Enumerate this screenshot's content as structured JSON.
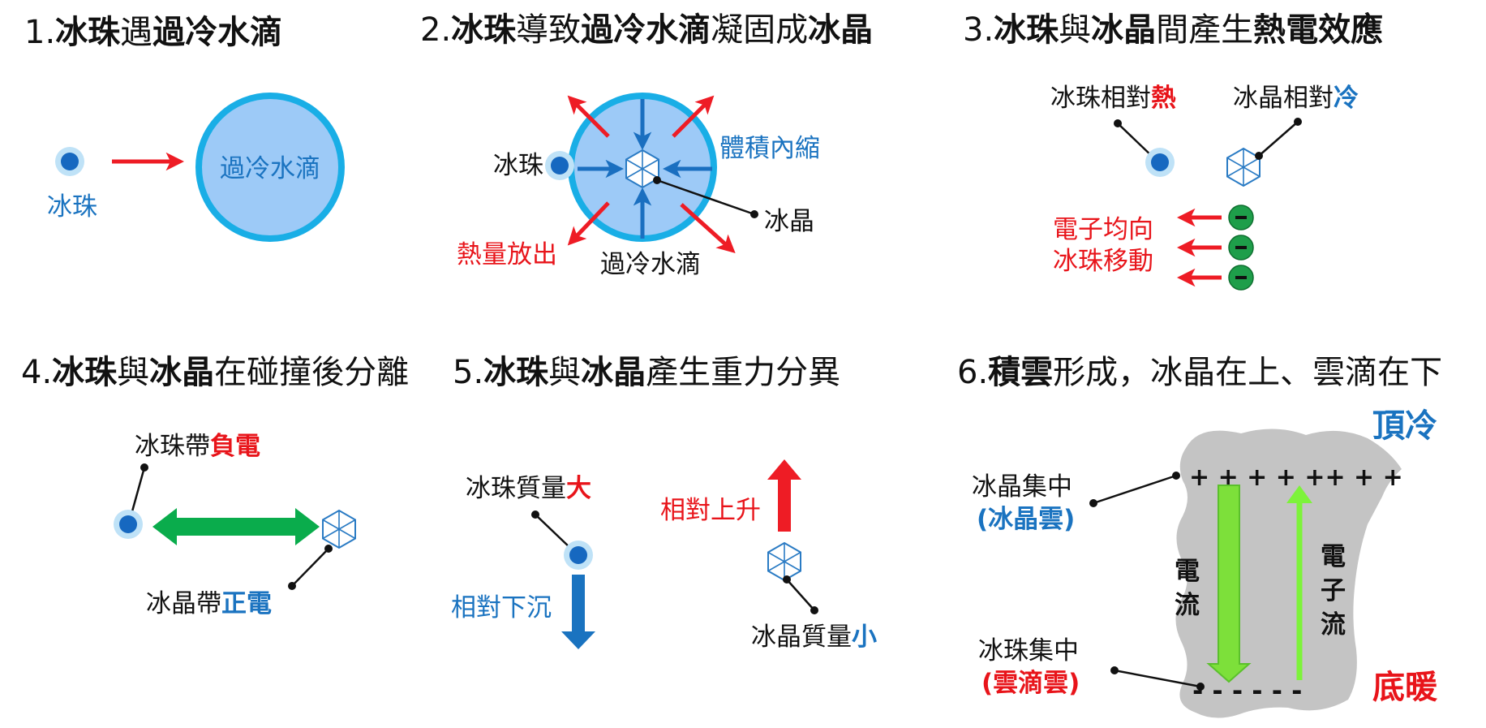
{
  "colors": {
    "ice_pellet": "#1668c0",
    "ice_pellet_halo": "#bfe2f7",
    "droplet_fill": "#9dcaf7",
    "droplet_stroke": "#19aee6",
    "red_arrow": "#ee1c25",
    "blue_text": "#1a73c0",
    "red_text": "#e8141a",
    "crystal": "#2a7bc4",
    "electron": "#1e9e4a",
    "green_arrow": "#0aac4c",
    "current_green": "#7de03a",
    "cloud_gray": "#c4c4c4",
    "label_line": "#111111"
  },
  "panel1": {
    "title_num": "1.",
    "title_a": "冰珠",
    "title_b": "遇",
    "title_c": "過冷水滴",
    "ice_label": "冰珠",
    "droplet_label": "過冷水滴"
  },
  "panel2": {
    "title_num": "2.",
    "title_a": "冰珠",
    "title_b": "導致",
    "title_c": "過冷水滴",
    "title_d": "凝固成",
    "title_e": "冰晶",
    "ice_label": "冰珠",
    "shrink_label": "體積內縮",
    "crystal_label": "冰晶",
    "heat_label": "熱量放出",
    "droplet_label": "過冷水滴"
  },
  "panel3": {
    "title_num": "3.",
    "title_a": "冰珠",
    "title_b": "與",
    "title_c": "冰晶",
    "title_d": "間產生",
    "title_e": "熱電效應",
    "ice_label_a": "冰珠相對",
    "ice_label_b": "熱",
    "crystal_label_a": "冰晶相對",
    "crystal_label_b": "冷",
    "electron_line1": "電子均向",
    "electron_line2": "冰珠移動",
    "electron_sign": "−"
  },
  "panel4": {
    "title_num": "4.",
    "title_a": "冰珠",
    "title_b": "與",
    "title_c": "冰晶",
    "title_d": "在碰撞後分離",
    "ice_label_a": "冰珠帶",
    "ice_label_b": "負電",
    "crystal_label_a": "冰晶帶",
    "crystal_label_b": "正電"
  },
  "panel5": {
    "title_num": "5.",
    "title_a": "冰珠",
    "title_b": "與",
    "title_c": "冰晶",
    "title_d": "產生重力分異",
    "ice_label_a": "冰珠質量",
    "ice_label_b": "大",
    "sink_label": "相對下沉",
    "rise_label": "相對上升",
    "crystal_label_a": "冰晶質量",
    "crystal_label_b": "小"
  },
  "panel6": {
    "title_num": "6.",
    "title_a": "積雲",
    "title_b": "形成，冰晶在上、雲滴在下",
    "top_label": "頂冷",
    "bottom_label": "底暖",
    "crystal_zone_line1": "冰晶集中",
    "crystal_zone_line2": "(冰晶雲)",
    "pellet_zone_line1": "冰珠集中",
    "pellet_zone_line2": "(雲滴雲)",
    "plus_signs": "+ + + + ++ + +",
    "minus_signs": "- - - -   - -",
    "current_c1": "電",
    "current_c2": "流",
    "electron_c1": "電",
    "electron_c2": "子",
    "electron_c3": "流"
  }
}
